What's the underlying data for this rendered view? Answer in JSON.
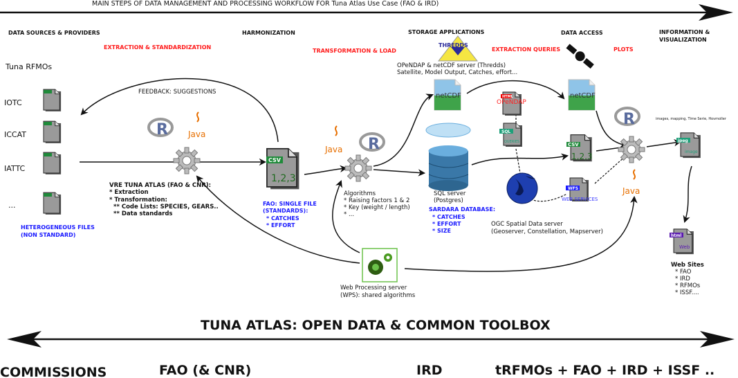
{
  "title": "MAIN STEPS OF DATA MANAGEMENT AND PROCESSING WORKFLOW FOR Tuna Atlas Use Case (FAO & IRD)",
  "columns": {
    "sources": "DATA SOURCES & PROVIDERS",
    "harmonization": "HARMONIZATION",
    "storage": "STORAGE APPLICATIONS",
    "access": "DATA ACCESS",
    "info_1": "INFORMATION &",
    "info_2": "VISUALIZATION"
  },
  "steps": {
    "extraction": "EXTRACTION & STANDARDIZATION",
    "transformation": "TRANSFORMATION & LOAD",
    "queries": "EXTRACTION QUERIES",
    "plots": "PLOTS"
  },
  "sources": {
    "heading": "Tuna RFMOs",
    "items": [
      "IOTC",
      "ICCAT",
      "IATTC",
      "..."
    ],
    "heterogeneous_1": "HETEROGENEOUS FILES",
    "heterogeneous_2": "(NON STANDARD)"
  },
  "feedback": "FEEDBACK: SUGGESTIONS",
  "vre": [
    "VRE TUNA ATLAS (FAO & CNR):",
    "* Extraction",
    "* Transformation:",
    "** Code Lists: SPECIES, GEARS..",
    "** Data standards"
  ],
  "fao_file": [
    "FAO: SINGLE FILE",
    "(STANDARDS):",
    "* CATCHES",
    "* EFFORT"
  ],
  "algorithms": [
    "Algorithms",
    "* Raising factors 1 & 2",
    "* Key (weight / length)",
    "* ..."
  ],
  "thredds": {
    "logo": "THREDDS",
    "line1": "OPeNDAP & netCDF server (Thredds)",
    "line2": "Satellite, Model Output, Catches, effort..."
  },
  "sql_server": [
    "SQL server",
    "(Postgres)"
  ],
  "sardara": [
    "SARDARA DATABASE:",
    "* CATCHES",
    "* EFFORT",
    "* SIZE"
  ],
  "ogc": [
    "OGC Spatial Data server",
    "(Geoserver, Constellation, Mapserver)"
  ],
  "wps": [
    "Web Processing server",
    "(WPS): shared algorithms"
  ],
  "images_note": "images, mapping, Time Serie, Hovmoller",
  "web_sites": [
    "Web Sites",
    "* FAO",
    "* IRD",
    "* RFMOs",
    "* ISSF...."
  ],
  "file_icons": {
    "csv_tag": "CSV",
    "csv_body": "1,2,3",
    "netcdf": "netCDF",
    "html_tag": "HTML",
    "opendap": "OPeNDAP",
    "sql_tag": "SQL",
    "queries": "QUERIES",
    "wfs_tag": "WFS",
    "web_services": "WEB SERVICES",
    "jpeg_tag": "jpeg",
    "image": "image",
    "html2_tag": "html",
    "web": "Web"
  },
  "logos": {
    "r": "R",
    "java": "Java"
  },
  "toolbox": "TUNA ATLAS: OPEN DATA & COMMON TOOLBOX",
  "actors": [
    "COMMISSIONS",
    "FAO (& CNR)",
    "IRD",
    "tRFMOs + FAO + IRD + ISSF .."
  ],
  "colors": {
    "red": "#ff1a1a",
    "blue": "#1a1aff",
    "csv_green": "#1f8a3a",
    "wps_green": "#2e7d1a"
  }
}
